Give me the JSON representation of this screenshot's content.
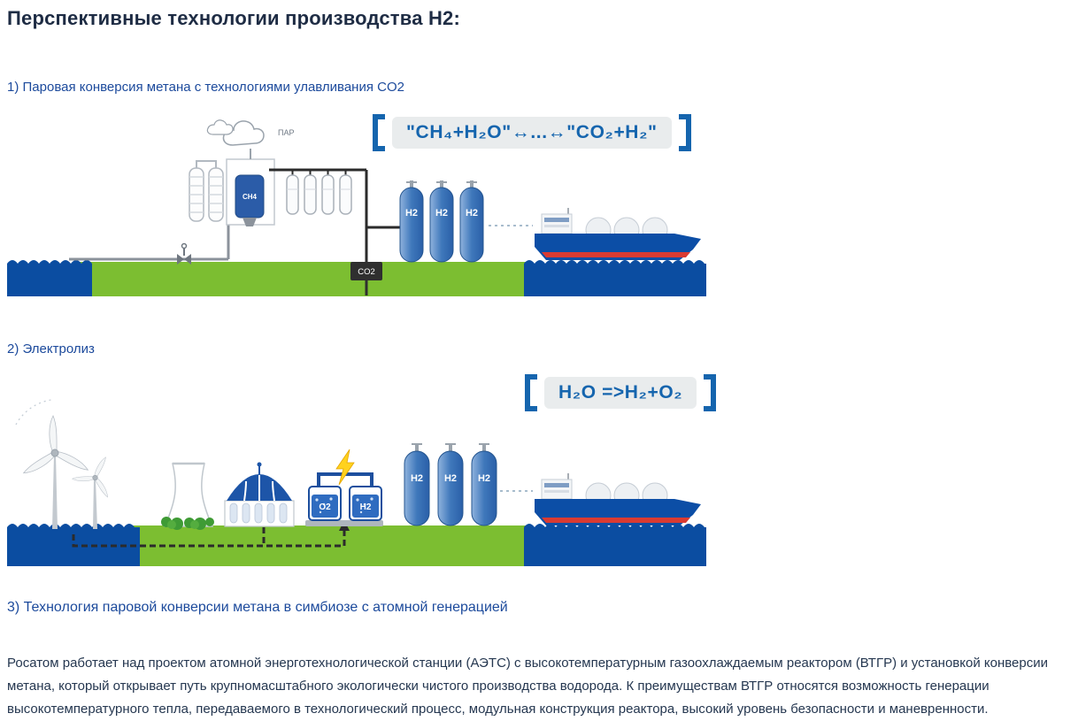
{
  "page": {
    "title": "Перспективные технологии производства H2:"
  },
  "sections": {
    "s1": {
      "heading": "1) Паровая конверсия метана с технологиями улавливания CO2",
      "formula": "\"CH₄+H₂O\"↔...↔\"CO₂+H₂\""
    },
    "s2": {
      "heading": "2) Электролиз",
      "formula": "H₂O =>H₂+O₂"
    },
    "s3": {
      "heading": "3) Технология паровой конверсии метана в симбиозе с атомной генерацией",
      "paragraph": "Росатом работает над проектом атомной энерготехнологической станции (АЭТС) с высокотемпературным газоохлаждаемым реактором (ВТГР) и установкой конверсии метана, который открывает путь крупномасштабного экологически чистого производства водорода. К преимуществам ВТГР относятся возможность генерации высокотемпературного тепла, передаваемого в технологический процесс, модульная конструкция реактора, высокий уровень безопасности и маневренности."
    }
  },
  "diagram1": {
    "labels": {
      "steam": "ПАР",
      "ch4": "CH4",
      "co2": "CO2",
      "h2": "H2"
    }
  },
  "diagram2": {
    "labels": {
      "o2": "O2",
      "h2": "H2"
    }
  },
  "colors": {
    "title_dark": "#1e2c44",
    "heading_blue": "#1c4a9c",
    "formula_blue": "#1565ae",
    "ground_green": "#7cbe31",
    "water_blue": "#0b4da1",
    "ship_hull_blue": "#0c4ea6",
    "ship_stripe_red": "#da3b32",
    "lightning_yellow": "#ffd21e"
  }
}
